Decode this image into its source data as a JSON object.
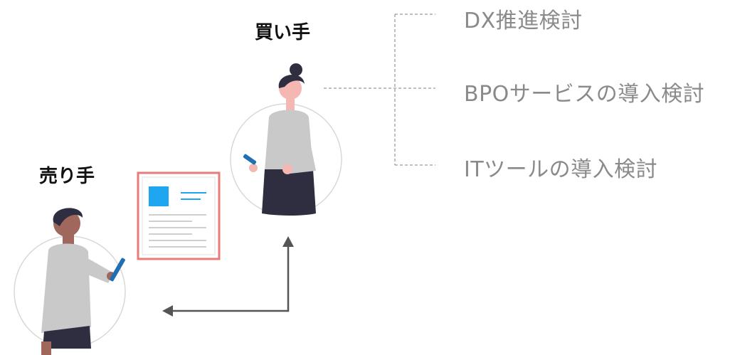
{
  "buyer": {
    "label": "買い手"
  },
  "seller": {
    "label": "売り手"
  },
  "buyer_needs": [
    {
      "label": "DX推進検討"
    },
    {
      "label": "BPOサービスの導入検討"
    },
    {
      "label": "ITツールの導入検討"
    }
  ],
  "colors": {
    "document_border": "#e87a78",
    "document_accent": "#1ea7f0",
    "arrow": "#555555",
    "connector": "#9a9a9a",
    "circle": "#d8d8d8",
    "skin": "#f5b7b1",
    "skin_dark": "#a0685c",
    "hair": "#2f2e41",
    "shirt": "#c9c9c9",
    "pants": "#2f2e41",
    "phone": "#1f6fb2"
  }
}
